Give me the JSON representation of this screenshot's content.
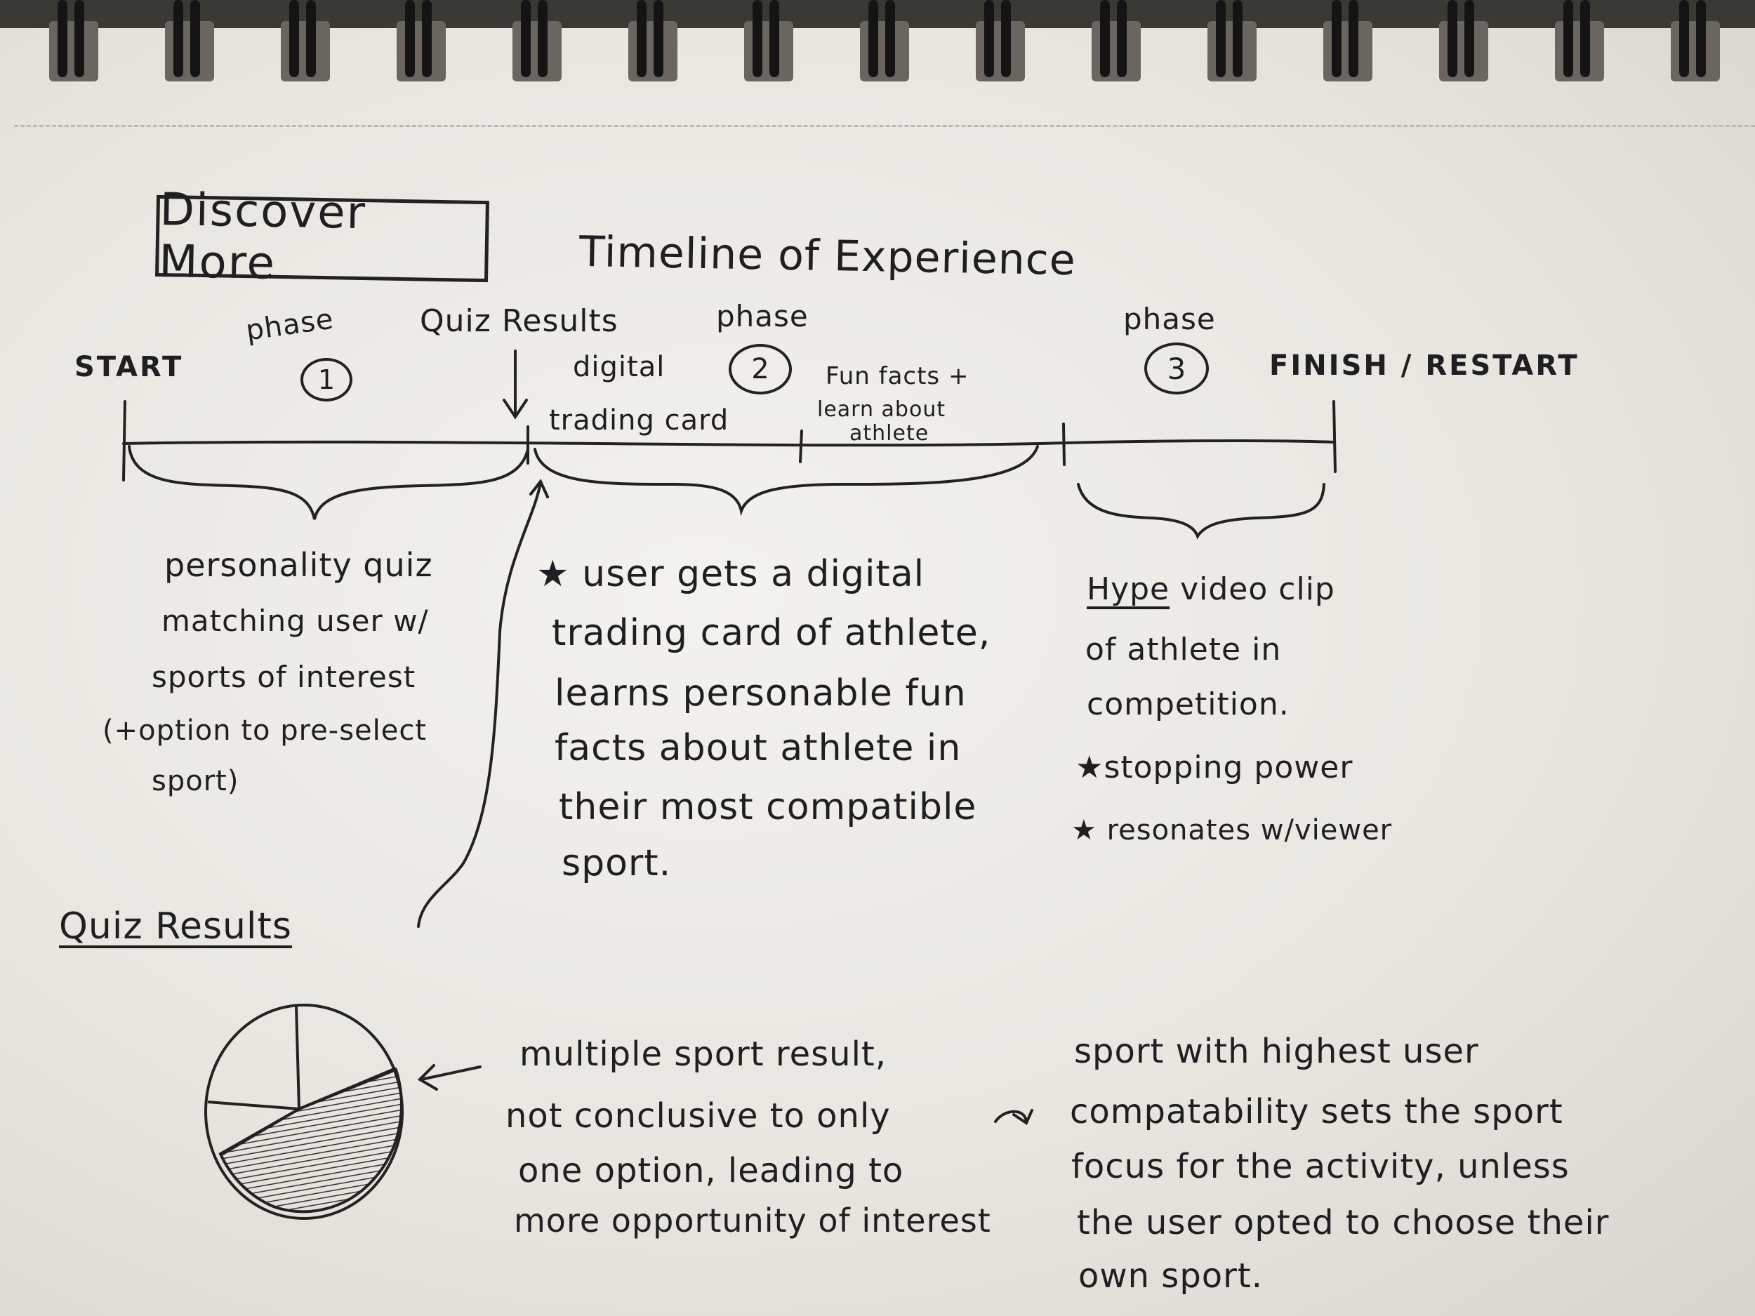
{
  "header": {
    "box_title": "Discover More",
    "main_title": "Timeline of Experience"
  },
  "timeline": {
    "start_label": "START",
    "finish_label": "FINISH / RESTART",
    "phase_word": "phase",
    "phase_numbers": [
      "1",
      "2",
      "3"
    ],
    "quiz_marker_label": "Quiz Results",
    "segment_card_label": [
      "digital",
      "trading card"
    ],
    "segment_fun_label": [
      "Fun facts +",
      "learn about",
      "athlete"
    ]
  },
  "phase_notes": {
    "phase1": [
      "personality quiz",
      "matching user w/",
      "sports of interest",
      "(+option to pre-select",
      "sport)"
    ],
    "phase2": [
      "★ user gets a digital",
      "trading card of athlete,",
      "learns personable fun",
      "facts about athlete in",
      "their most compatible",
      "sport."
    ],
    "phase3": {
      "emphasis": "Hype",
      "first_rest": " video clip",
      "lines": [
        "of athlete in",
        "competition.",
        "★stopping power",
        "★ resonates w/viewer"
      ]
    }
  },
  "quiz_results": {
    "heading": "Quiz Results",
    "left_note": [
      "multiple sport result,",
      "not conclusive to only",
      "one option, leading to",
      "more opportunity of interest"
    ],
    "right_note": [
      "sport with highest user",
      "compatability sets the sport",
      "focus for the activity, unless",
      "the user opted to choose their",
      "own sport."
    ]
  }
}
